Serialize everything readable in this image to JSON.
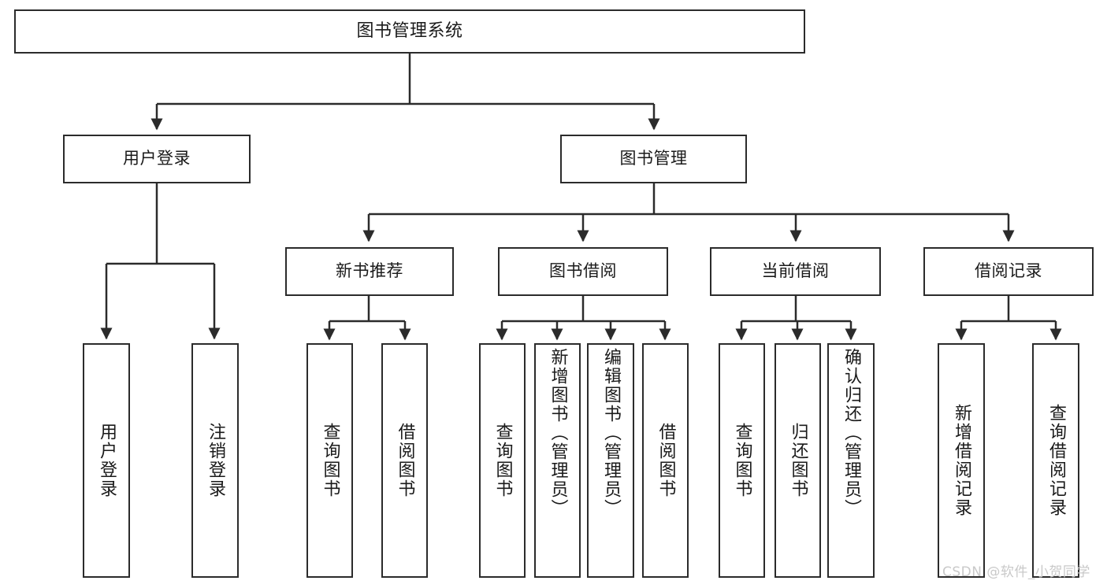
{
  "diagram": {
    "type": "tree",
    "title": "图书管理系统",
    "orientation": "top-down",
    "colors": {
      "background": "#ffffff",
      "node_border": "#2b2b2b",
      "node_fill": "#ffffff",
      "text": "#1a1a1a",
      "connector": "#2b2b2b",
      "watermark": "#c9c9c9"
    },
    "nodes": {
      "root": {
        "label": "图书管理系统"
      },
      "l1": [
        {
          "label": "用户登录"
        },
        {
          "label": "图书管理"
        }
      ],
      "l2": [
        {
          "label": "新书推荐"
        },
        {
          "label": "图书借阅"
        },
        {
          "label": "当前借阅"
        },
        {
          "label": "借阅记录"
        }
      ],
      "leaves_user_login": [
        {
          "label": "用户登录"
        },
        {
          "label": "注销登录"
        }
      ],
      "leaves_new_book": [
        {
          "label": "查询图书"
        },
        {
          "label": "借阅图书"
        }
      ],
      "leaves_borrow": [
        {
          "label": "查询图书"
        },
        {
          "label": "新增图书（管理员）"
        },
        {
          "label": "编辑图书（管理员）"
        },
        {
          "label": "借阅图书"
        }
      ],
      "leaves_current": [
        {
          "label": "查询图书"
        },
        {
          "label": "归还图书"
        },
        {
          "label": "确认归还（管理员）"
        }
      ],
      "leaves_records": [
        {
          "label": "新增借阅记录"
        },
        {
          "label": "查询借阅记录"
        }
      ]
    }
  },
  "watermark": {
    "text": "CSDN @软件_小贺同学"
  }
}
